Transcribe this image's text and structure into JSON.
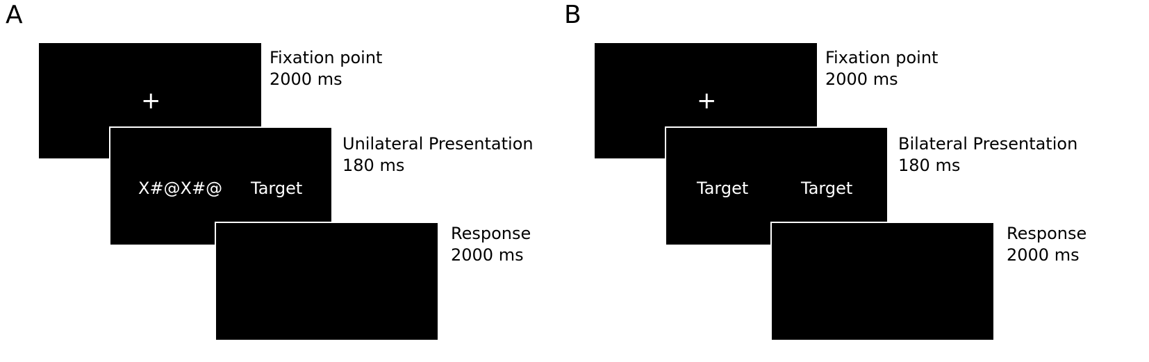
{
  "panels": [
    {
      "letter": "A",
      "steps": [
        {
          "name": "Fixation point",
          "duration": "2000 ms"
        },
        {
          "name": "Unilateral Presentation",
          "duration": "180 ms"
        },
        {
          "name": "Response",
          "duration": "2000 ms"
        }
      ],
      "fixation_symbol": "+",
      "stimulus_left": "X#@X#@",
      "stimulus_right": "Target"
    },
    {
      "letter": "B",
      "steps": [
        {
          "name": "Fixation point",
          "duration": "2000 ms"
        },
        {
          "name": "Bilateral Presentation",
          "duration": "180 ms"
        },
        {
          "name": "Response",
          "duration": "2000 ms"
        }
      ],
      "fixation_symbol": "+",
      "stimulus_left": "Target",
      "stimulus_right": "Target"
    }
  ]
}
